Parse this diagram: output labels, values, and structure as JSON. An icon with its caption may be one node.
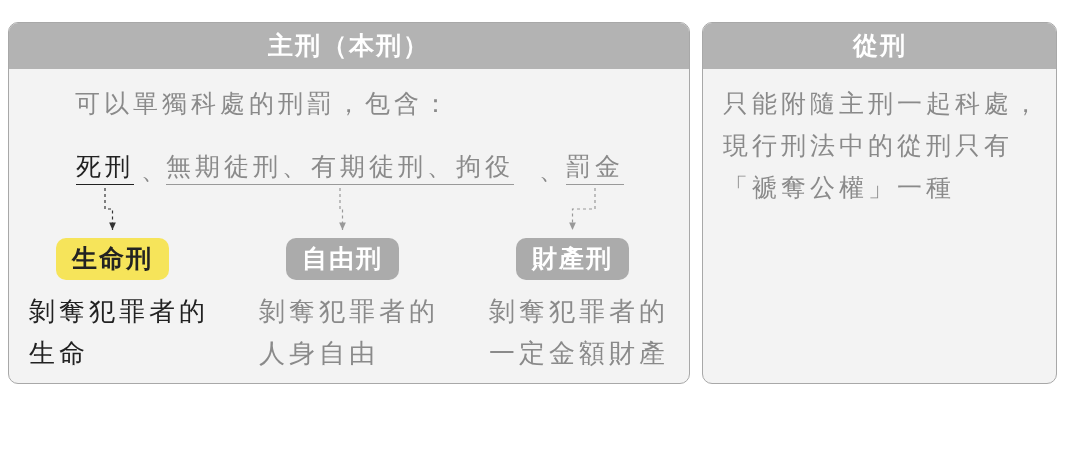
{
  "diagram": {
    "nodes": [
      {
        "text": [
          "主刑（本刑）",
          "可以單獨科處的刑罰，包含："
        ]
      },
      {
        "text": [
          "死刑"
        ],
        "in": 0
      },
      {
        "text": [
          "無期徒刑、有期徒刑、拘役"
        ],
        "in": 0
      },
      {
        "text": [
          "罰金"
        ],
        "in": 0
      },
      {
        "text": [
          "生命刑"
        ],
        "in": 0,
        "beside": [
          "剝奪犯罪者的生命"
        ]
      },
      {
        "text": [
          "自由刑"
        ],
        "in": 0,
        "beside": [
          "剝奪犯罪者的人身自由"
        ]
      },
      {
        "text": [
          "財產刑"
        ],
        "in": 0,
        "beside": [
          "剝奪犯罪者的一定金額財產"
        ]
      },
      {
        "text": [
          "從刑",
          "只能附隨主刑一起科處，現行刑法中的從刑只有「褫奪公權」一種"
        ]
      }
    ],
    "edges": [
      {
        "from": 1,
        "to": 4,
        "arrow": "to",
        "style": "dashed",
        "color": "#333333"
      },
      {
        "from": 2,
        "to": 5,
        "arrow": "to",
        "style": "dashed"
      },
      {
        "from": 3,
        "to": 6,
        "arrow": "to",
        "style": "dashed"
      }
    ],
    "labels": [
      "、",
      "、"
    ]
  }
}
